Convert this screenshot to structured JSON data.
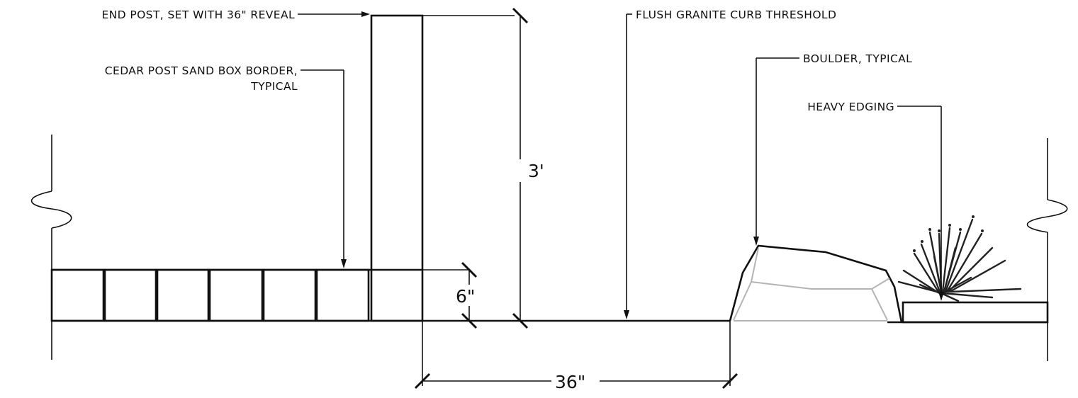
{
  "labels": {
    "end_post": "END POST, SET WITH 36\" REVEAL",
    "cedar_line1": "CEDAR POST SAND BOX BORDER,",
    "cedar_line2": "TYPICAL",
    "granite": "FLUSH GRANITE CURB THRESHOLD",
    "boulder": "BOULDER, TYPICAL",
    "edging": "HEAVY EDGING"
  },
  "dimensions": {
    "height_total": "3'",
    "height_border": "6\"",
    "width_threshold": "36\""
  },
  "colors": {
    "line": "#111111",
    "boulder_hidden": "#b4b4b4"
  }
}
